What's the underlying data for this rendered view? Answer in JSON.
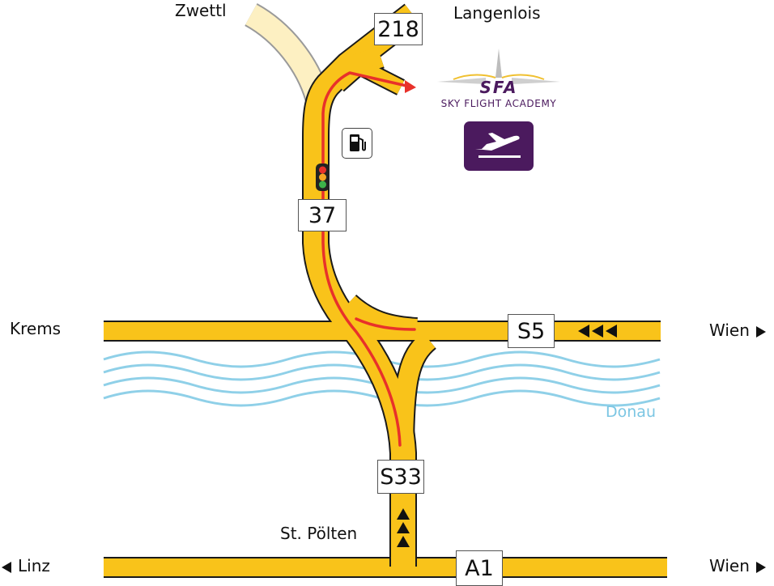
{
  "places": {
    "zwettl": "Zwettl",
    "langenlois": "Langenlois",
    "krems": "Krems",
    "wien_s5": "Wien",
    "wien_a1": "Wien",
    "linz": "Linz",
    "st_poelten": "St. Pölten"
  },
  "river": {
    "name": "Donau"
  },
  "roads": {
    "r218": "218",
    "r37": "37",
    "s5": "S5",
    "s33": "S33",
    "a1": "A1"
  },
  "logo": {
    "abbr": "SFA",
    "name": "SKY FLIGHT ACADEMY"
  },
  "icons": {
    "fuel": "fuel-pump-icon",
    "traffic_light": "traffic-light-icon",
    "plane": "airplane-takeoff-icon"
  },
  "colors": {
    "road": "#f9c31a",
    "road_outline": "#1a1a1a",
    "route": "#e8312a",
    "river": "#8fd0e8",
    "minor_road": "#fdf0c2",
    "brand": "#4b1a5e"
  }
}
